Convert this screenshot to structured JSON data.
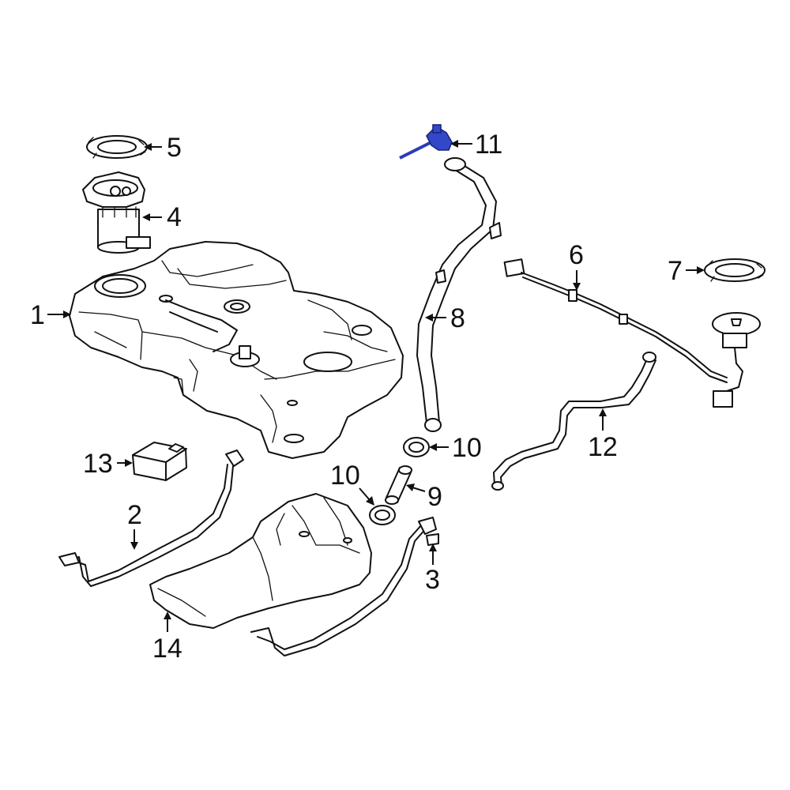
{
  "callouts": [
    {
      "id": "1",
      "label": "1"
    },
    {
      "id": "2",
      "label": "2"
    },
    {
      "id": "3",
      "label": "3"
    },
    {
      "id": "4",
      "label": "4"
    },
    {
      "id": "5",
      "label": "5"
    },
    {
      "id": "6",
      "label": "6"
    },
    {
      "id": "7",
      "label": "7"
    },
    {
      "id": "8",
      "label": "8"
    },
    {
      "id": "9",
      "label": "9"
    },
    {
      "id": "10a",
      "label": "10"
    },
    {
      "id": "10b",
      "label": "10"
    },
    {
      "id": "11",
      "label": "11"
    },
    {
      "id": "12",
      "label": "12"
    },
    {
      "id": "13",
      "label": "13"
    },
    {
      "id": "14",
      "label": "14"
    }
  ],
  "colors": {
    "line": "#111111",
    "background": "#ffffff",
    "highlight": "#3348c8"
  },
  "highlighted_part": "11"
}
